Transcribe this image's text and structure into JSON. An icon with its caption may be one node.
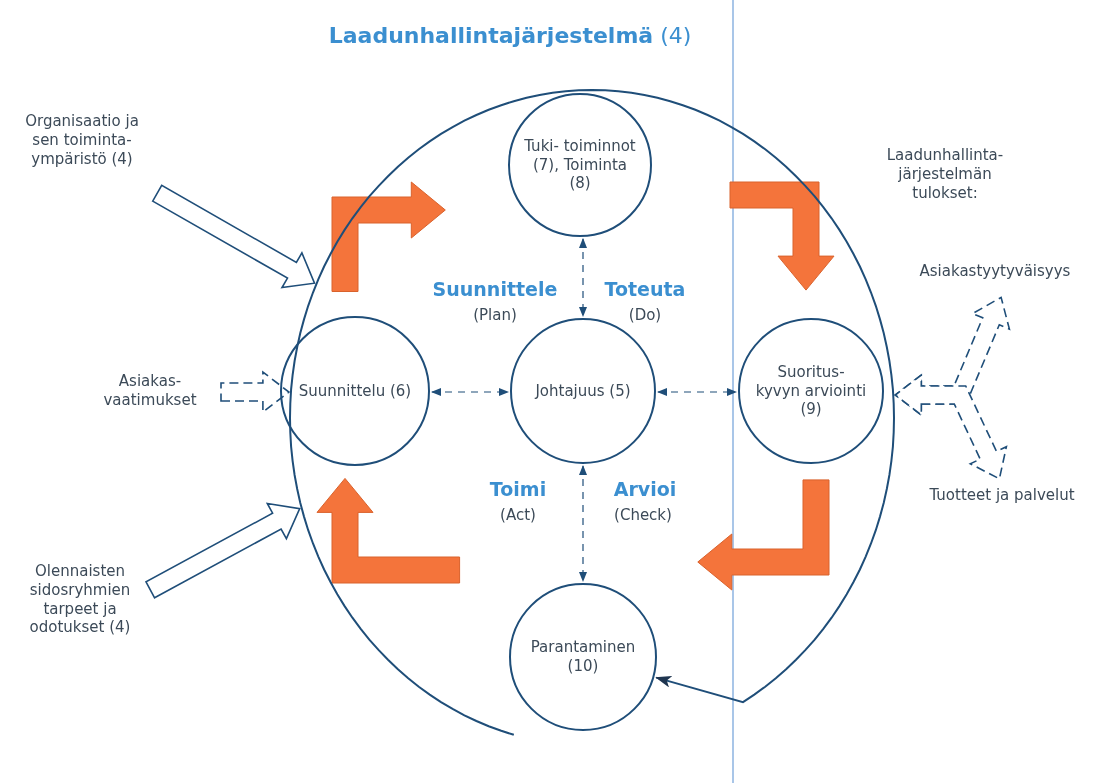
{
  "diagram": {
    "nodes": [
      {
        "text": [
          "**Laadunhallintajärjestelmä** (4)"
        ]
      },
      {
        "text": [
          "Tuki- toiminnot (7), Toiminta (8)"
        ],
        "in": 0
      },
      {
        "text": [
          "Suunnittelu (6)"
        ],
        "in": 0
      },
      {
        "text": [
          "Johtajuus (5)"
        ],
        "in": 0
      },
      {
        "text": [
          "Suoritus- kyvyn arviointi (9)"
        ],
        "in": 0
      },
      {
        "text": [
          "Parantaminen (10)"
        ],
        "in": 0
      },
      {
        "text": [
          "Organisaatio ja sen toiminta- ympäristö (4)"
        ]
      },
      {
        "text": [
          "Asiakas- vaatimukset"
        ]
      },
      {
        "text": [
          "Olennaisten sidosryhmien tarpeet ja odotukset (4)"
        ]
      },
      {
        "text": [
          "Asiakastyytyväisyys"
        ]
      },
      {
        "text": [
          "Tuotteet ja palvelut"
        ]
      }
    ],
    "edges": [
      {
        "from": 6,
        "to": 0,
        "arrow": "to",
        "style": "thick"
      },
      {
        "from": 7,
        "to": 0,
        "arrow": "to",
        "style": "dashed"
      },
      {
        "from": 8,
        "to": 0,
        "arrow": "to",
        "style": "thick"
      },
      {
        "from": 0,
        "to": 9,
        "arrow": "both",
        "style": "dashed"
      },
      {
        "from": 0,
        "to": 10,
        "arrow": "both",
        "style": "dashed"
      },
      {
        "from": 2,
        "to": 1,
        "arrow": "to",
        "style": "thick",
        "color": "#f4743b"
      },
      {
        "from": 1,
        "to": 4,
        "arrow": "to",
        "style": "thick",
        "color": "#f4743b"
      },
      {
        "from": 4,
        "to": 5,
        "arrow": "to",
        "style": "thick",
        "color": "#f4743b"
      },
      {
        "from": 5,
        "to": 2,
        "arrow": "to",
        "style": "thick",
        "color": "#f4743b"
      },
      {
        "from": 2,
        "to": 3,
        "arrow": "both",
        "style": "dashed"
      },
      {
        "from": 3,
        "to": 4,
        "arrow": "both",
        "style": "dashed"
      },
      {
        "from": 1,
        "to": 3,
        "arrow": "both",
        "style": "dashed"
      },
      {
        "from": 3,
        "to": 5,
        "arrow": "both",
        "style": "dashed"
      },
      {
        "from": 0,
        "to": 5,
        "arrow": "to"
      }
    ],
    "labels": [
      "Laadunhallinta- järjestelmän tulokset:",
      "Suunnittele",
      "(Plan)",
      "Toteuta",
      "(Do)",
      "Toimi",
      "(Act)",
      "Arvioi",
      "(Check)"
    ]
  }
}
